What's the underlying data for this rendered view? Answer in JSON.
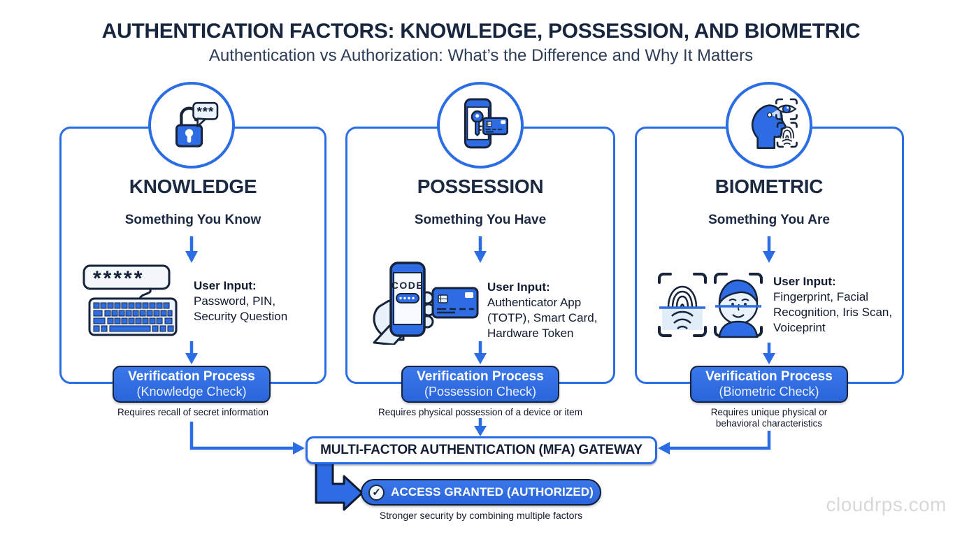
{
  "page": {
    "title": "AUTHENTICATION FACTORS: KNOWLEDGE, POSSESSION, AND BIOMETRIC",
    "subtitle": "Authentication vs Authorization: What’s the Difference and Why It Matters",
    "watermark": "cloudrps.com"
  },
  "colors": {
    "accent_blue": "#2b6de4",
    "button_blue": "#2d6ce2",
    "dark_navy": "#16233b",
    "light_icon_fill": "#e9f1fb",
    "watermark_gray": "#d8d8d6"
  },
  "columns": [
    {
      "id": "knowledge",
      "circle_icon": "unlocked-padlock-password-bubble-icon",
      "input_icon": "password-field-keyboard-icon",
      "title": "KNOWLEDGE",
      "tagline": "Something You Know",
      "bubble_text": "***",
      "password_mask": "*****",
      "user_input_label": "User Input:",
      "user_input_text": "Password, PIN, Security Question",
      "verification_line1": "Verification Process",
      "verification_line2": "(Knowledge Check)",
      "caption": "Requires recall of secret information"
    },
    {
      "id": "possession",
      "circle_icon": "phone-key-card-icon",
      "input_icon": "hand-phone-code-card-icon",
      "title": "POSSESSION",
      "tagline": "Something You Have",
      "phone_text": "CODE",
      "user_input_label": "User Input:",
      "user_input_text": "Authenticator App (TOTP), Smart Card, Hardware Token",
      "verification_line1": "Verification Process",
      "verification_line2": "(Possession Check)",
      "caption": "Requires physical possession of a device or item"
    },
    {
      "id": "biometric",
      "circle_icon": "head-eye-fingerprint-icon",
      "input_icon": "fingerprint-face-scan-icon",
      "title": "BIOMETRIC",
      "tagline": "Something You Are",
      "user_input_label": "User Input:",
      "user_input_text": "Fingerprint, Facial Recognition, Iris Scan, Voiceprint",
      "verification_line1": "Verification Process",
      "verification_line2": "(Biometric Check)",
      "caption": "Requires unique physical or behavioral characteristics"
    }
  ],
  "gateway": {
    "label": "MULTI-FACTOR AUTHENTICATION (MFA) GATEWAY"
  },
  "result": {
    "check_icon": "check-circle-icon",
    "check_glyph": "✓",
    "label": "ACCESS GRANTED (AUTHORIZED)",
    "caption": "Stronger security by combining multiple factors"
  }
}
